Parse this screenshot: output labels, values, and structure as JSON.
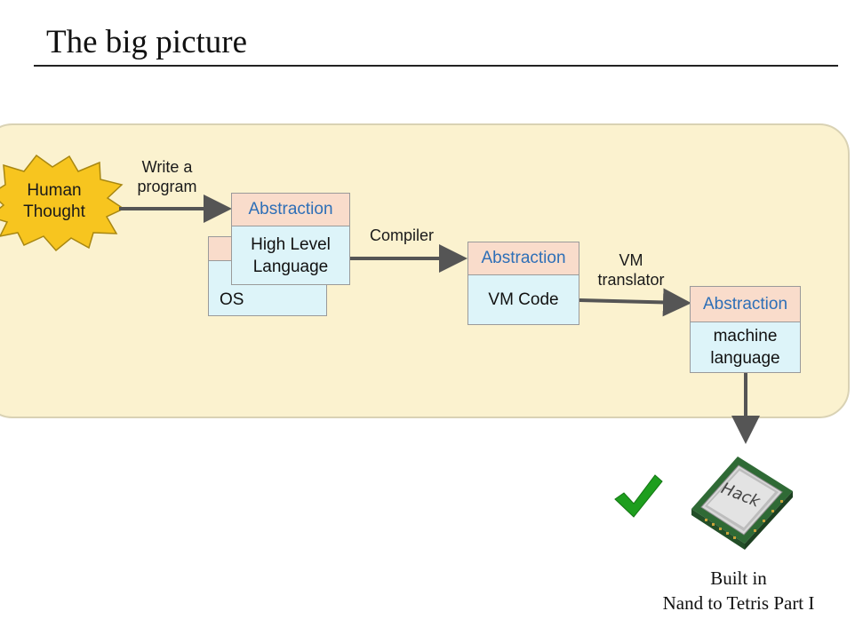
{
  "slide": {
    "title": "The big picture"
  },
  "diagram": {
    "human_thought": {
      "line1": "Human",
      "line2": "Thought"
    },
    "edges": {
      "write_program": {
        "line1": "Write a",
        "line2": "program"
      },
      "compiler": "Compiler",
      "vm_translator": {
        "line1": "VM",
        "line2": "translator"
      }
    },
    "boxes": {
      "high_level": {
        "header": "Abstraction",
        "line1": "High Level",
        "line2": "Language"
      },
      "os": {
        "label": "OS"
      },
      "vm_code": {
        "header": "Abstraction",
        "label": "VM Code"
      },
      "machine": {
        "header": "Abstraction",
        "line1": "machine",
        "line2": "language"
      }
    },
    "chip": {
      "label": "Hack"
    },
    "caption": {
      "line1": "Built in",
      "line2": "Nand to Tetris Part I"
    }
  },
  "colors": {
    "panel_fill": "#fbf2cf",
    "abstraction_header": "#f9dccb",
    "abstraction_text": "#2e6fb7",
    "box_body": "#ddf4f9",
    "burst_fill": "#f7c51f",
    "arrow": "#555555",
    "checkmark": "#1e9e1e"
  }
}
